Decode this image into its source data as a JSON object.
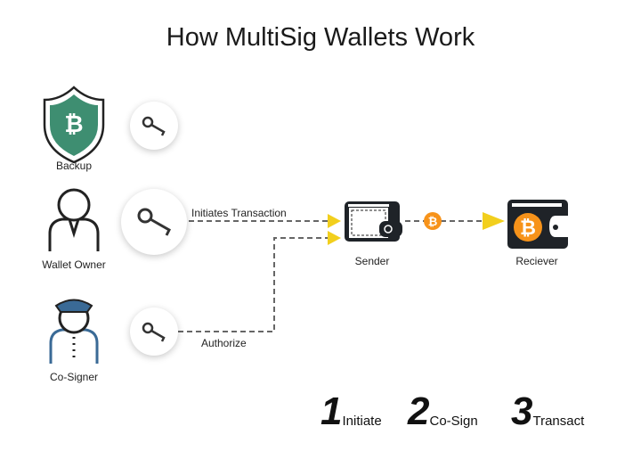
{
  "title": "How MultiSig Wallets Work",
  "actors": [
    {
      "label": "Backup"
    },
    {
      "label": "Wallet Owner"
    },
    {
      "label": "Co-Signer"
    }
  ],
  "edges": {
    "initiate": "Initiates Transaction",
    "authorize": "Authorize"
  },
  "wallets": {
    "sender": "Sender",
    "receiver": "Reciever"
  },
  "steps": [
    {
      "number": "1",
      "label": "Initiate"
    },
    {
      "number": "2",
      "label": "Co-Sign"
    },
    {
      "number": "3",
      "label": "Transact"
    }
  ],
  "colors": {
    "accent": "#f7931a",
    "arrow": "#f2cf1d",
    "shield": "#3e8e71",
    "dark": "#1f2328"
  }
}
